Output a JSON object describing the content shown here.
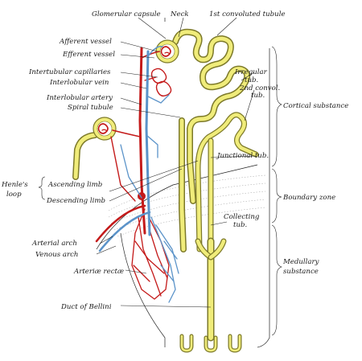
{
  "labels": {
    "glomerular_capsule": "Glomerular capsule",
    "neck": "Neck",
    "first_convoluted_tubule": "1st convoluted tubule",
    "afferent_vessel": "Afferent vessel",
    "efferent_vessel": "Efferent vessel",
    "intertubular_capillaries": "Intertubular capillaries",
    "interlobular_vein": "Interlobular vein",
    "interlobular_artery": "Interlobular artery",
    "spiral_tubule": "Spiral tubule",
    "irregular_tub_1": "Irregular",
    "irregular_tub_2": "tub.",
    "second_convol_tub_1": "2nd convol.",
    "second_convol_tub_2": "tub.",
    "junctional_tub": "Junctional tub.",
    "henles_loop_1": "Henle's",
    "henles_loop_2": "loop",
    "ascending_limb": "Ascending limb",
    "descending_limb": "Descending limb",
    "collecting_tub_1": "Collecting",
    "collecting_tub_2": "tub.",
    "arterial_arch": "Arterial arch",
    "venous_arch": "Venous arch",
    "arteriae_rectae": "Arteriæ rectæ",
    "duct_of_bellini": "Duct of Bellini",
    "cortical_substance": "Cortical substance",
    "boundary_zone": "Boundary zone",
    "medullary_substance_1": "Medullary",
    "medullary_substance_2": "substance"
  },
  "colors": {
    "tubule_fill": "#f0ec7a",
    "tubule_edge": "#7d7a2a",
    "artery": "#c41a1a",
    "vein": "#5b93c9",
    "ink": "#1a1a1a"
  }
}
